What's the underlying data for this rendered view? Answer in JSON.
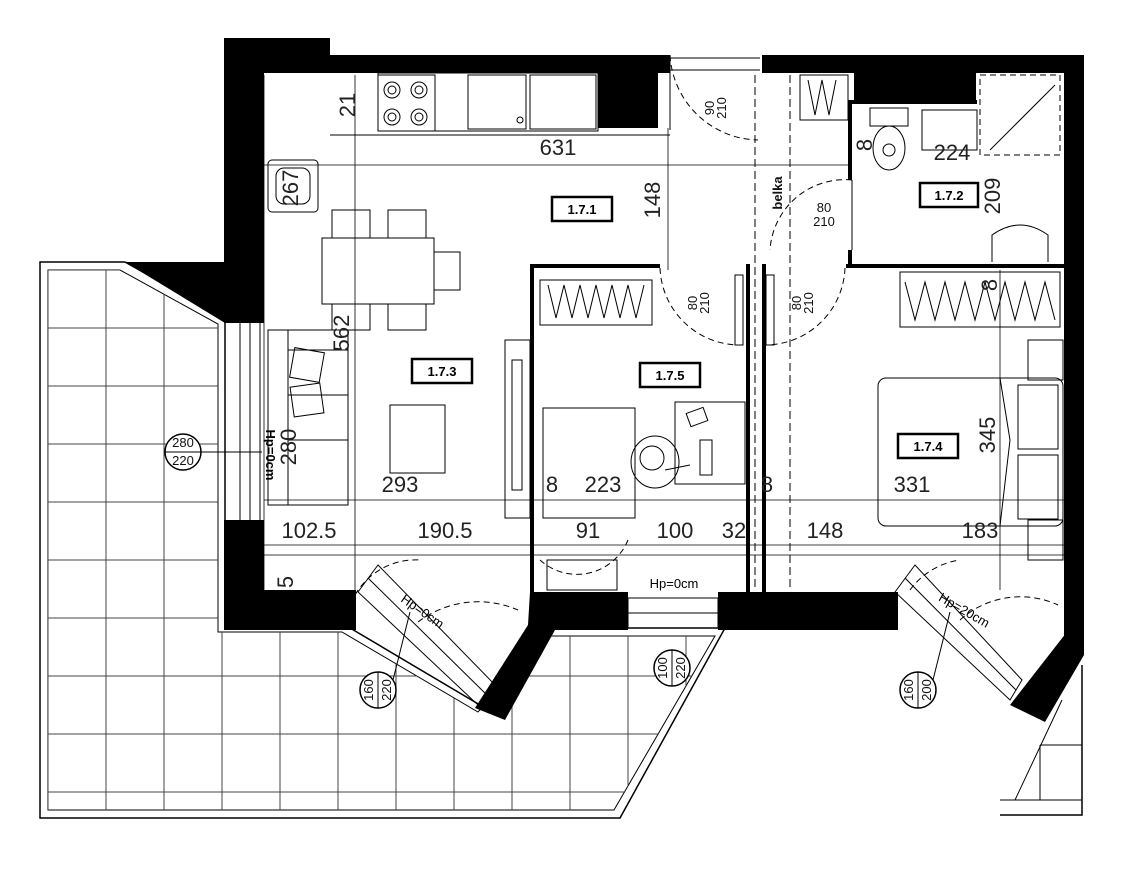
{
  "rooms": [
    {
      "id": "1.7.1"
    },
    {
      "id": "1.7.2"
    },
    {
      "id": "1.7.3"
    },
    {
      "id": "1.7.4"
    },
    {
      "id": "1.7.5"
    }
  ],
  "dimensions": {
    "kitchen_top": "21",
    "kitchen_width": "631",
    "hall_height": "148",
    "sink_dim": "267",
    "living_depth": "562",
    "living_window": "280",
    "living_width": "293",
    "bedroom_small_width": "223",
    "wall_a": "8",
    "wall_b": "8",
    "wall_c": "8",
    "wall_d": "8",
    "bedroom_width": "331",
    "bedroom_depth": "345",
    "bath_width": "224",
    "bath_depth": "209",
    "bottom_1": "102.5",
    "bottom_2": "190.5",
    "bottom_3": "91",
    "bottom_4": "100",
    "bottom_5": "32",
    "bottom_6": "148",
    "bottom_7": "183",
    "corner_5": "5"
  },
  "doors": [
    {
      "w": "90",
      "h": "210"
    },
    {
      "w": "80",
      "h": "210"
    },
    {
      "w": "80",
      "h": "210"
    },
    {
      "w": "80",
      "h": "210"
    }
  ],
  "beam_label": "belka",
  "windows": [
    {
      "top": "280",
      "bottom": "220"
    },
    {
      "top": "160",
      "bottom": "220"
    },
    {
      "top": "100",
      "bottom": "220"
    },
    {
      "top": "160",
      "bottom": "200"
    }
  ],
  "sill_labels": {
    "living": "Hp=0cm",
    "terrace_door": "Hp=0cm",
    "balcony_door": "Hp=0cm",
    "bedroom": "Hp=20cm"
  }
}
